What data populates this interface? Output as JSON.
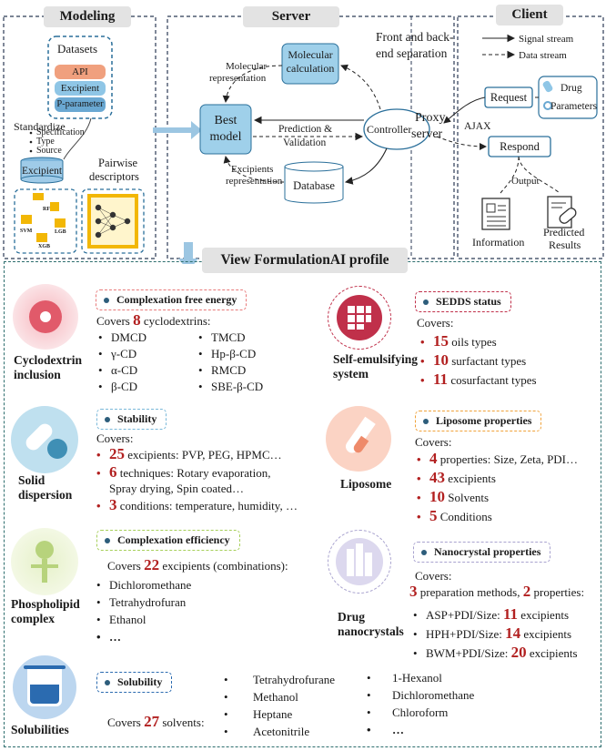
{
  "top": {
    "modeling": {
      "title": "Modeling",
      "datasets_label": "Datasets",
      "bars": [
        "API",
        "Excipient",
        "P-parameter"
      ],
      "standardize": "Standardize",
      "meta": [
        "Specification",
        "Type",
        "Source"
      ],
      "excipient_db": "Excipient",
      "pairwise": "Pairwise",
      "descriptors": "descriptors",
      "algos": [
        "RF",
        "SVM",
        "LGB",
        "XGB"
      ]
    },
    "server": {
      "title": "Server",
      "front_back": [
        "Front and back-",
        "end separation"
      ],
      "molecular_calc": [
        "Molecular",
        "calculation"
      ],
      "molecular_rep": [
        "Molecular",
        "representation"
      ],
      "best_model": [
        "Best",
        "model"
      ],
      "prediction": "Prediction &",
      "validation": "Validation",
      "controller": "Controller",
      "excipients_rep": [
        "Excipients",
        "representation"
      ],
      "database": "Database"
    },
    "client": {
      "title": "Client",
      "signal_stream": "Signal stream",
      "data_stream": "Data stream",
      "request": "Request",
      "drug": "Drug",
      "parameters": "Parameters",
      "proxy_server": [
        "Proxy",
        "server"
      ],
      "ajax": "AJAX",
      "respond": "Respond",
      "output": "Output",
      "information": "Information",
      "predicted_results": [
        "Predicted",
        "Results"
      ]
    }
  },
  "profile_title": "View FormulationAI profile",
  "sections": {
    "cyclodextrin": {
      "label": [
        "Cyclodextrin",
        "inclusion"
      ],
      "badge": "Complexation free energy",
      "covers_pre": "Covers ",
      "covers_num": "8",
      "covers_post": " cyclodextrins:",
      "col1": [
        "DMCD",
        "γ-CD",
        "α-CD",
        "β-CD"
      ],
      "col2": [
        "TMCD",
        "Hp-β-CD",
        "RMCD",
        "SBE-β-CD"
      ]
    },
    "sedds": {
      "label": [
        "Self-emulsifying",
        "system"
      ],
      "badge": "SEDDS status",
      "covers": "Covers:",
      "items": [
        {
          "num": "15",
          "text": " oils types"
        },
        {
          "num": "10",
          "text": " surfactant types"
        },
        {
          "num": "11",
          "text": " cosurfactant types"
        }
      ]
    },
    "solid": {
      "label": [
        "Solid",
        "dispersion"
      ],
      "badge": "Stability",
      "covers": "Covers:",
      "items": [
        {
          "num": "25",
          "text": " excipients: PVP, PEG, HPMC…"
        },
        {
          "num": "6",
          "text": " techniques: Rotary evaporation,"
        },
        {
          "num": "",
          "text": "Spray drying, Spin coated…"
        },
        {
          "num": "3",
          "text": " conditions: temperature, humidity, …"
        }
      ]
    },
    "liposome": {
      "label": [
        "Liposome"
      ],
      "badge": "Liposome properties",
      "covers": "Covers:",
      "items": [
        {
          "num": "4",
          "text": " properties: Size, Zeta, PDI…"
        },
        {
          "num": "43",
          "text": " excipients"
        },
        {
          "num": "10",
          "text": " Solvents"
        },
        {
          "num": "5",
          "text": " Conditions"
        }
      ]
    },
    "phospholipid": {
      "label": [
        "Phospholipid",
        "complex"
      ],
      "badge": "Complexation efficiency",
      "covers_pre": "Covers ",
      "covers_num": "22",
      "covers_post": " excipients (combinations):",
      "items": [
        "Dichloromethane",
        "Tetrahydrofuran",
        "Ethanol",
        "…"
      ]
    },
    "nanocrystal": {
      "label": [
        "Drug",
        "nanocrystals"
      ],
      "badge": "Nanocrystal properties",
      "covers": "Covers:",
      "line_num1": "3",
      "line_mid": " preparation methods, ",
      "line_num2": "2",
      "line_post": " properties:",
      "items": [
        {
          "pre": "ASP+PDI/Size: ",
          "num": "11",
          "post": " excipients"
        },
        {
          "pre": "HPH+PDI/Size: ",
          "num": "14",
          "post": " excipients"
        },
        {
          "pre": "BWM+PDI/Size: ",
          "num": "20",
          "post": " excipients"
        }
      ]
    },
    "solubility": {
      "label": [
        "Solubilities"
      ],
      "badge": "Solubility",
      "covers_pre": "Covers ",
      "covers_num": "27",
      "covers_post": " solvents:",
      "col1": [
        "Tetrahydrofurane",
        "Methanol",
        "Heptane",
        "Acetonitrile"
      ],
      "col2": [
        "1-Hexanol",
        "Dichloromethane",
        "Chloroform",
        "…"
      ]
    }
  },
  "colors": {
    "cyclodextrin": "#e15a6a",
    "sedds": "#c0304a",
    "solid": "#3f8fb5",
    "liposome": "#ee8a6a",
    "phospholipid": "#b7d37c",
    "nanocrystal": "#a9a3cf",
    "solubility": "#2b6bb0"
  }
}
